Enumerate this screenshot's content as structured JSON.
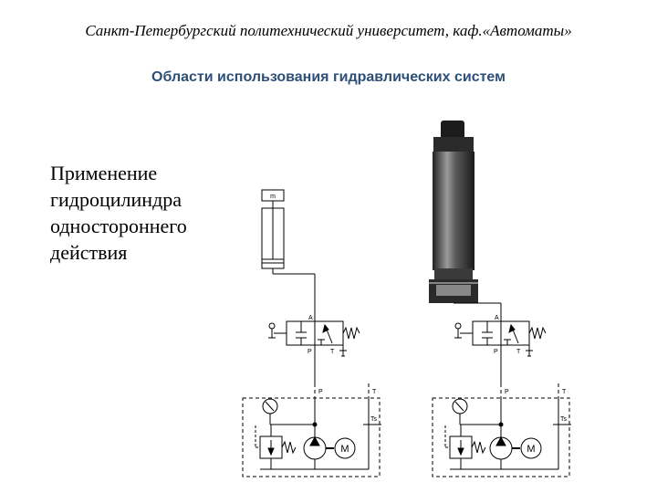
{
  "header": {
    "text": "Санкт-Петербургский политехнический университет, каф.«Автоматы»"
  },
  "title": {
    "text": "Области использования гидравлических систем"
  },
  "body": {
    "lines": [
      "Применение",
      "гидроцилиндра",
      "одностороннего",
      "действия"
    ]
  },
  "schematic": {
    "cylinder_label": "m",
    "port_a": "A",
    "port_p": "P",
    "port_t": "T",
    "tank_label": "Ts",
    "motor_label": "M"
  },
  "colors": {
    "title": "#2e4f78",
    "lines": "#000000"
  }
}
